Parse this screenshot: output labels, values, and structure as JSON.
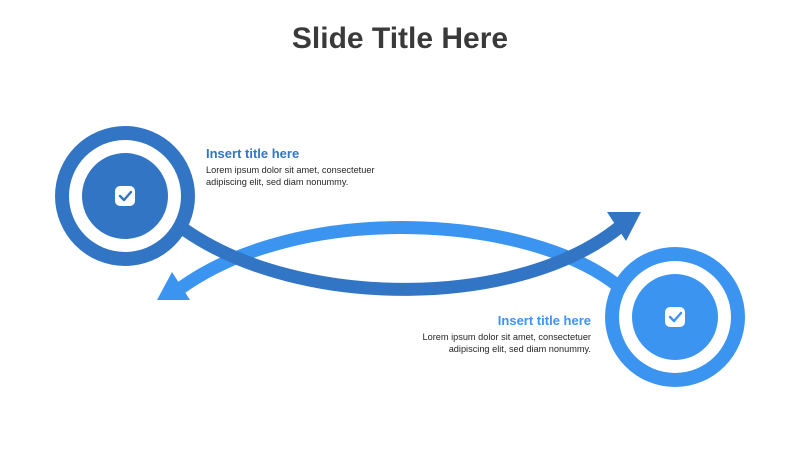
{
  "slide": {
    "title": "Slide Title Here"
  },
  "colors": {
    "dark_blue": "#3275c5",
    "light_blue": "#3b94f0",
    "title_text": "#3a3a3a",
    "body_text": "#262626"
  },
  "steps": [
    {
      "title": "Insert title here",
      "body_line1": "Lorem ipsum dolor sit amet, consectetuer",
      "body_line2": "adipiscing elit, sed diam nonummy.",
      "icon": "checkbox-icon",
      "color": "#3275c5"
    },
    {
      "title": "Insert title here",
      "body_line1": "Lorem ipsum dolor sit amet, consectetuer",
      "body_line2": "adipiscing elit, sed diam nonummy.",
      "icon": "checkbox-icon",
      "color": "#3b94f0"
    }
  ]
}
